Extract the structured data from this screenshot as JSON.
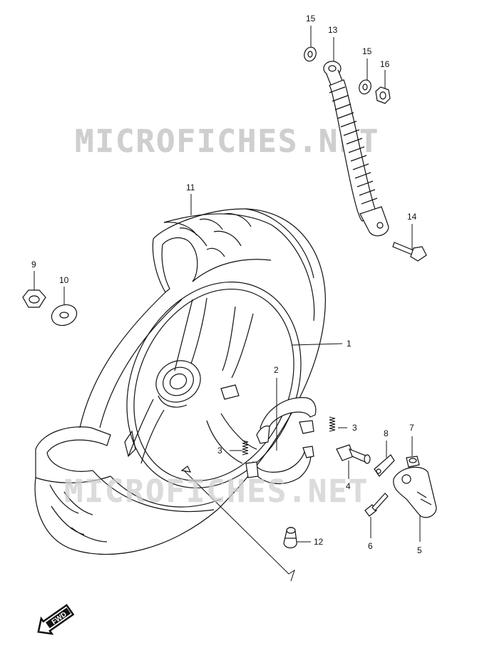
{
  "watermark": {
    "text": "MICROFICHES.NET",
    "color": "#c8c8c8"
  },
  "callouts": {
    "c1": "1",
    "c2": "2",
    "c3a": "3",
    "c3b": "3",
    "c4": "4",
    "c5": "5",
    "c6": "6",
    "c7": "7",
    "c8": "8",
    "c9": "9",
    "c10": "10",
    "c11": "11",
    "c12": "12",
    "c13": "13",
    "c14": "14",
    "c15a": "15",
    "c15b": "15",
    "c16": "16"
  },
  "fwd_label": "FWD",
  "colors": {
    "line": "#111111",
    "fill": "#ffffff"
  }
}
